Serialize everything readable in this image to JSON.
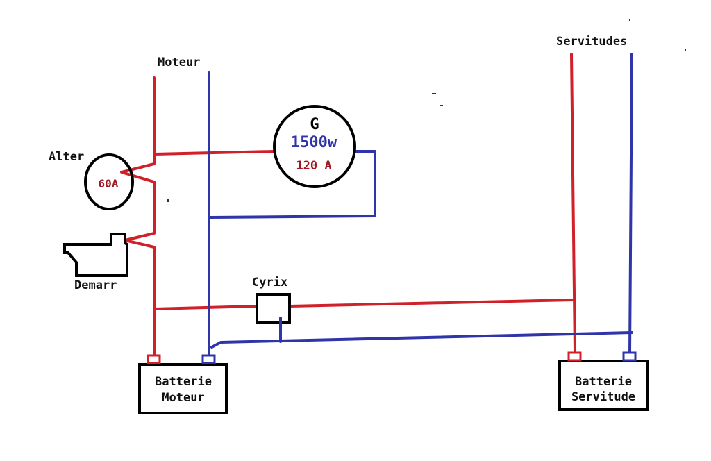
{
  "labels": {
    "moteur": "Moteur",
    "servitudes": "Servitudes",
    "alter": "Alter",
    "alter_rating": "60A",
    "demarr": "Demarr",
    "cyrix": "Cyrix",
    "generator_symbol": "G",
    "generator_power": "1500w",
    "generator_current": "120 A",
    "battery_engine_line1": "Batterie",
    "battery_engine_line2": "Moteur",
    "battery_service_line1": "Batterie",
    "battery_service_line2": "Servitude"
  },
  "colors": {
    "positive_wire": "#d0212b",
    "negative_wire": "#2f35a8",
    "outline": "#000000",
    "background": "#ffffff"
  }
}
